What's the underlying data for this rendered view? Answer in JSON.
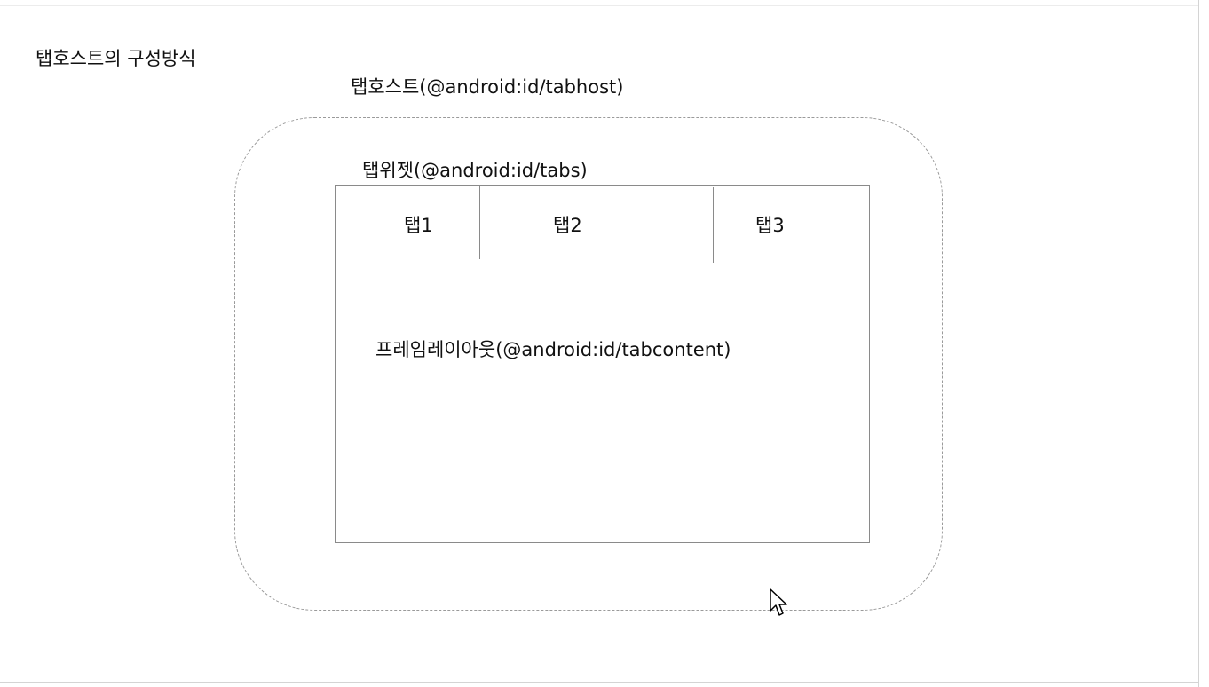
{
  "title": "탭호스트의 구성방식",
  "tabhost": {
    "label": "탭호스트(@android:id/tabhost)"
  },
  "tabwidget": {
    "label": "탭위젯(@android:id/tabs)",
    "tabs": [
      {
        "label": "탭1"
      },
      {
        "label": "탭2"
      },
      {
        "label": "탭3"
      }
    ]
  },
  "framelayout": {
    "label": "프레임레이아웃(@android:id/tabcontent)"
  },
  "cursor_icon": "mouse-pointer-icon",
  "colors": {
    "text": "#111111",
    "dashed_border": "#9a9a9a",
    "box_border": "#8a8a8a",
    "background": "#ffffff"
  }
}
